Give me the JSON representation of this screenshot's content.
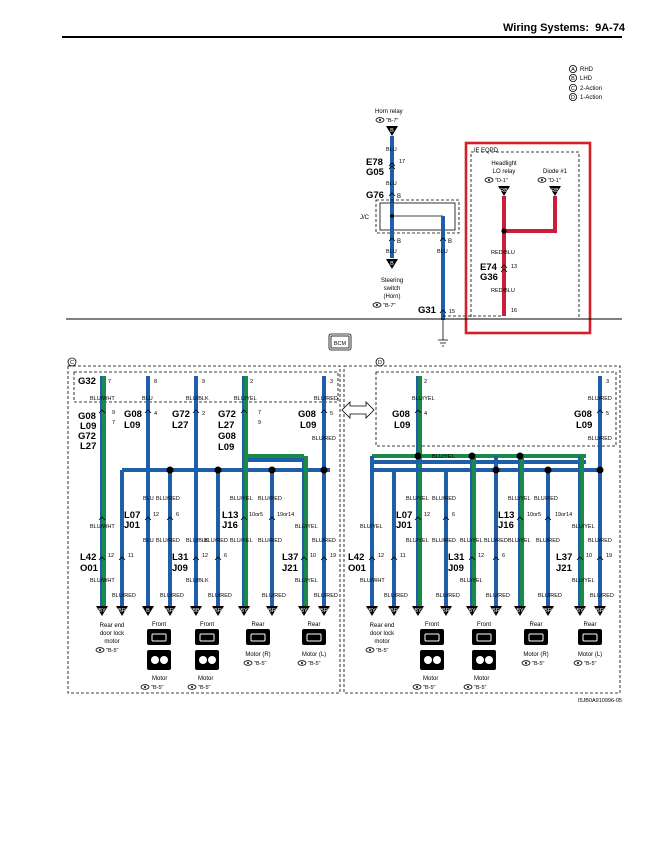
{
  "header": {
    "section": "Wiring Systems:",
    "page": "9A-74"
  },
  "legend": [
    {
      "letter": "A",
      "text": "RHD"
    },
    {
      "letter": "B",
      "text": "LHD"
    },
    {
      "letter": "C",
      "text": "2-Action"
    },
    {
      "letter": "D",
      "text": "1-Action"
    }
  ],
  "top": {
    "horn_relay": "Horn relay",
    "horn_ref": "\"B-7\"",
    "connector_top": "B",
    "blu": "BLU",
    "e78": "E78",
    "g05": "G05",
    "pin17": "17",
    "g76": "G76",
    "g76_pin": "B",
    "jc": "J/C",
    "pin_b_left": "B",
    "pin_b_right": "B",
    "steering_l1": "Steering",
    "steering_l2": "switch",
    "steering_l3": "(Horn)",
    "steering_ref": "\"B-7\"",
    "g31": "G31",
    "pin15": "15",
    "eqpd": "IF EQPD",
    "hl_l1": "Headlight",
    "hl_l2": "LO relay",
    "hl_ref": "\"D-1\"",
    "diode": "Diode #1",
    "diode_ref": "\"D-1\"",
    "rb": "RB",
    "redblu": "RED/BLU",
    "e74": "E74",
    "g36": "G36",
    "pin13": "13",
    "pin16": "16",
    "bcm": "BCM"
  },
  "panel_c": {
    "label": "C",
    "g32": "G32",
    "p7": "7",
    "p8": "8",
    "p9": "9",
    "p2": "2",
    "p3": "3",
    "w_bluwht": "BLU/WHT",
    "w_blu": "BLU",
    "w_blublk": "BLU/BLK",
    "w_bluyel": "BLU/YEL",
    "w_blured": "BLU/RED",
    "ag08": "G08",
    "a9": "9",
    "l09": "L09",
    "b7": "7",
    "bg72": "G72",
    "l27": "L27",
    "g08": "G08",
    "p4": "4",
    "l09b": "L09",
    "g72": "G72",
    "p2b": "2",
    "l27b": "L27",
    "ag72": "G72",
    "a7": "7",
    "l27c": "L27",
    "b9": "9",
    "bg08": "G08",
    "l09c": "L09",
    "g08r": "G08",
    "p5": "5",
    "l09r": "L09",
    "l07": "L07",
    "j01": "J01",
    "p12": "12",
    "p6": "6",
    "l13": "L13",
    "j16": "J16",
    "p10or5": "10or5",
    "p19or14": "19or14",
    "l42": "L42",
    "o01": "O01",
    "p11": "11",
    "l31": "L31",
    "j09": "J09",
    "l37": "L37",
    "j21": "J21",
    "p10": "10",
    "p19": "19",
    "c_by": "BY",
    "c_br": "BR",
    "c_b": "B",
    "c_bb": "BB",
    "rear_end_l1": "Rear end",
    "rear_end_l2": "door lock",
    "rear_end_l3": "motor",
    "rear_end_ref": "\"B-5\"",
    "front1": "Front",
    "front2": "Front",
    "rear1": "Rear",
    "rear2": "Rear",
    "motor_r": "Motor (R)",
    "motor_l": "Motor (L)",
    "ref_b5": "\"B-5\"",
    "motor1": "Motor",
    "motor2": "Motor"
  },
  "panel_d": {
    "label": "D",
    "p2": "2",
    "p3": "3",
    "p4": "4",
    "p5": "5",
    "g08": "G08",
    "l09": "L09"
  },
  "footer": {
    "code": "I5JB0A910996-05"
  },
  "colors": {
    "wire_blue": "#1f5ea8",
    "wire_green": "#1a8a4a",
    "highlight_red": "#d3202a",
    "wire_red": "#c8203a"
  }
}
